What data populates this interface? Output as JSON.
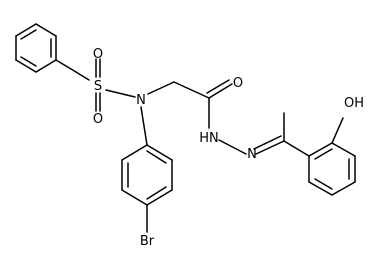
{
  "molecule": {
    "atom_labels": {
      "sulfur": "S",
      "sulfonyl_oxygen_top": "O",
      "sulfonyl_oxygen_bottom": "O",
      "sulfonamide_nitrogen": "N",
      "carbonyl_oxygen": "O",
      "hydrazide_nh": "HN",
      "hydrazone_nitrogen": "N",
      "hydroxyl": "OH",
      "bromine": "Br"
    }
  }
}
